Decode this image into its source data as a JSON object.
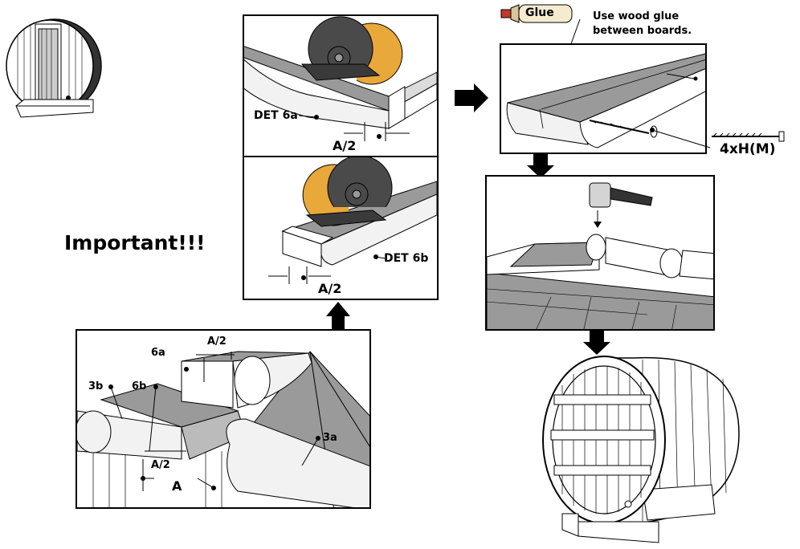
{
  "title": "Important!!!",
  "glue": {
    "bottle_label": "Glue",
    "note_line1": "Use wood glue",
    "note_line2": "between boards."
  },
  "labels": {
    "det_6a": "DET 6a",
    "det_6b": "DET 6b",
    "half_a_top": "A/2",
    "half_a_mid": "A/2",
    "screws": "4xH(M)",
    "detail_6a": "6a",
    "detail_6b": "6b",
    "detail_3b": "3b",
    "detail_3a": "3a",
    "detail_half_a_top": "A/2",
    "detail_half_a_bottom": "A/2",
    "detail_a": "A"
  },
  "colors": {
    "saw_body": "#4a4a4a",
    "saw_guard": "#e8a83a",
    "wood_top": "#9a9a9a",
    "wood_side": "#f2f2f2"
  }
}
